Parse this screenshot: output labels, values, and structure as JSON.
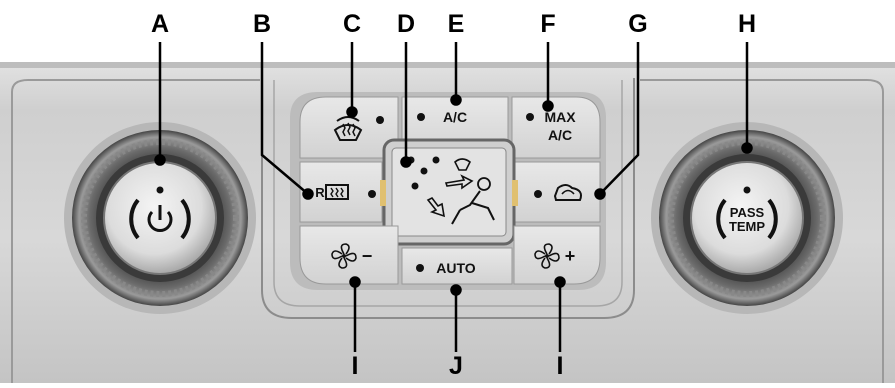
{
  "callouts": {
    "A": "A",
    "B": "B",
    "C": "C",
    "D": "D",
    "E": "E",
    "F": "F",
    "G": "G",
    "H": "H",
    "I_left": "I",
    "J": "J",
    "I_right": "I"
  },
  "buttons": {
    "ac": "A/C",
    "max_ac_line1": "MAX",
    "max_ac_line2": "A/C",
    "auto": "AUTO",
    "rear_defrost_prefix": "R",
    "fan_minus_sign": "−",
    "fan_plus_sign": "+"
  },
  "knobs": {
    "passenger_temp_line1": "PASS",
    "passenger_temp_line2": "TEMP"
  },
  "icons": {
    "power": "power-icon",
    "front_defrost": "front-defrost-icon",
    "rear_defrost": "rear-defrost-icon",
    "recirculation": "recirculation-icon",
    "fan": "fan-icon",
    "air_distribution": "air-distribution-icon"
  }
}
